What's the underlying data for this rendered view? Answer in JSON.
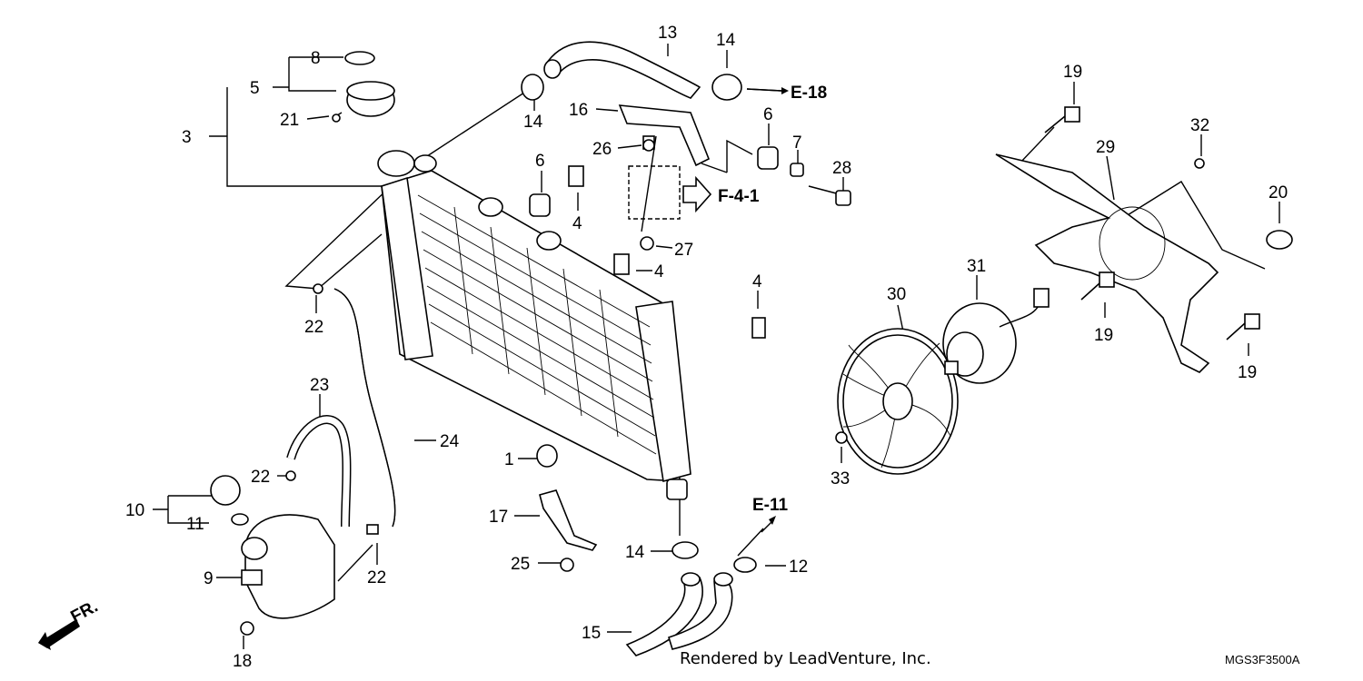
{
  "diagram": {
    "callouts": [
      "1",
      "3",
      "4",
      "5",
      "6",
      "7",
      "8",
      "9",
      "10",
      "11",
      "12",
      "13",
      "14",
      "15",
      "16",
      "17",
      "18",
      "19",
      "20",
      "21",
      "22",
      "23",
      "24",
      "25",
      "26",
      "27",
      "28",
      "29",
      "30",
      "31",
      "32",
      "33"
    ],
    "refs": {
      "e18": "E-18",
      "f41": "F-4-1",
      "e11": "E-11",
      "fr": "FR."
    },
    "footer": {
      "rendered_by": "Rendered by LeadVenture, Inc.",
      "code": "MGS3F3500A"
    }
  }
}
